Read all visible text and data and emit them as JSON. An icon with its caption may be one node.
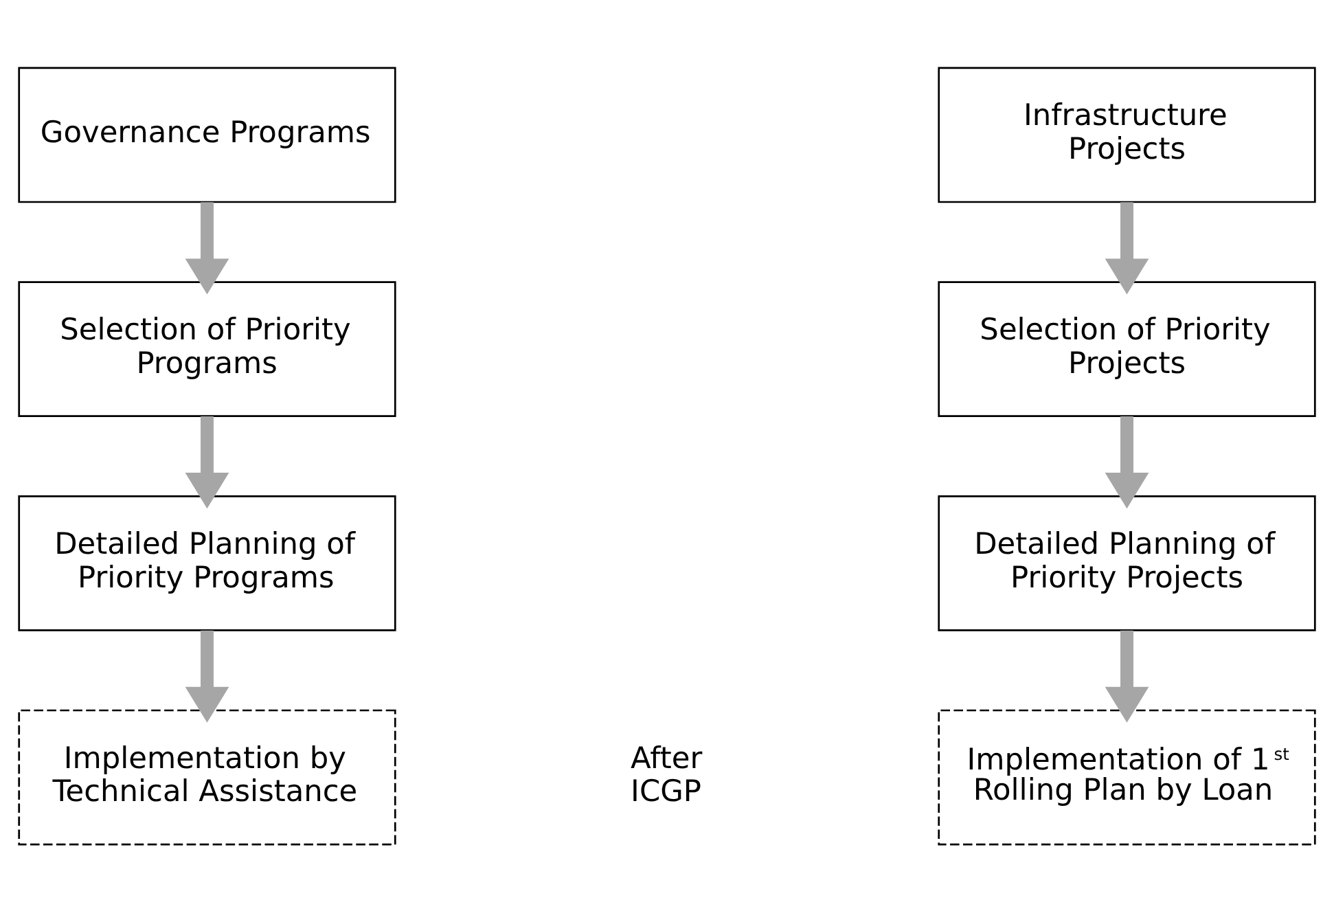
{
  "diagram": {
    "nodes": [
      {
        "text": [
          "Governance Programs"
        ]
      },
      {
        "text": [
          "Selection of Priority Programs"
        ]
      },
      {
        "text": [
          "Detailed Planning of Priority Programs"
        ]
      },
      {
        "text": [
          "Implementation by Technical Assistance"
        ]
      },
      {
        "text": [
          "Infrastructure Projects"
        ]
      },
      {
        "text": [
          "Selection of Priority Projects"
        ]
      },
      {
        "text": [
          "Detailed Planning of Priority Projects"
        ]
      },
      {
        "text": [
          "Implementation of 1$^{st}$ Rolling Plan by Loan"
        ]
      }
    ],
    "edges": [
      {
        "from": 0,
        "to": 1,
        "arrow": "to"
      },
      {
        "from": 1,
        "to": 2,
        "arrow": "to"
      },
      {
        "from": 2,
        "to": 3,
        "arrow": "to"
      },
      {
        "from": 4,
        "to": 5,
        "arrow": "to"
      },
      {
        "from": 5,
        "to": 6,
        "arrow": "to"
      },
      {
        "from": 6,
        "to": 7,
        "arrow": "to"
      }
    ],
    "labels": [
      "After ICGP"
    ]
  }
}
